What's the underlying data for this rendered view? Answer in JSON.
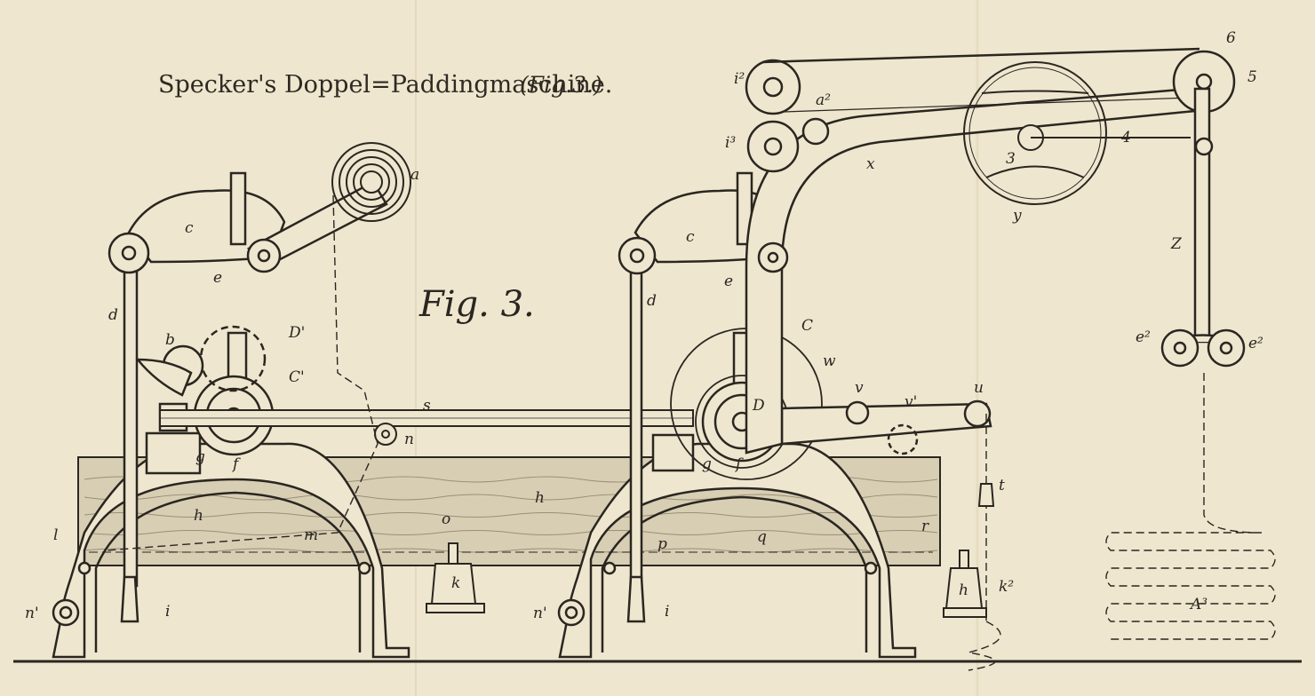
{
  "plate": {
    "title": "Specker's Doppel=Paddingmaschine.",
    "title_fig": "(Fig.3.)",
    "fig_label": "Fig. 3.",
    "colors": {
      "paper": "#efe6cf",
      "ink": "#2a2620",
      "water": "#d9d0b8"
    }
  },
  "labels": {
    "a": "a",
    "c_left": "c",
    "d_left": "d",
    "e_left": "e",
    "b": "b",
    "D_prime": "D'",
    "C_prime": "C'",
    "g_left": "g",
    "f_left": "f",
    "h_left": "h",
    "l": "l",
    "m": "m",
    "n_prime_left": "n'",
    "i_left": "i",
    "n_mid": "n",
    "o": "o",
    "k": "k",
    "s": "s",
    "h_mid": "h",
    "i2": "i²",
    "i3": "i³",
    "a2": "a²",
    "x": "x",
    "y": "y",
    "3": "3",
    "4": "4",
    "5": "5",
    "6": "6",
    "Z": "Z",
    "e2_left": "e²",
    "e2_right": "e²",
    "c_right": "c",
    "d_right": "d",
    "e_right": "e",
    "C": "C",
    "w": "w",
    "D": "D",
    "v": "v",
    "v_prime": "v'",
    "u": "u",
    "t": "t",
    "g_right": "g",
    "f_right": "f",
    "p": "p",
    "q": "q",
    "r": "r",
    "n_prime_right": "n'",
    "i_right": "i",
    "h2": "h",
    "k2": "k²",
    "A3": "A³"
  }
}
